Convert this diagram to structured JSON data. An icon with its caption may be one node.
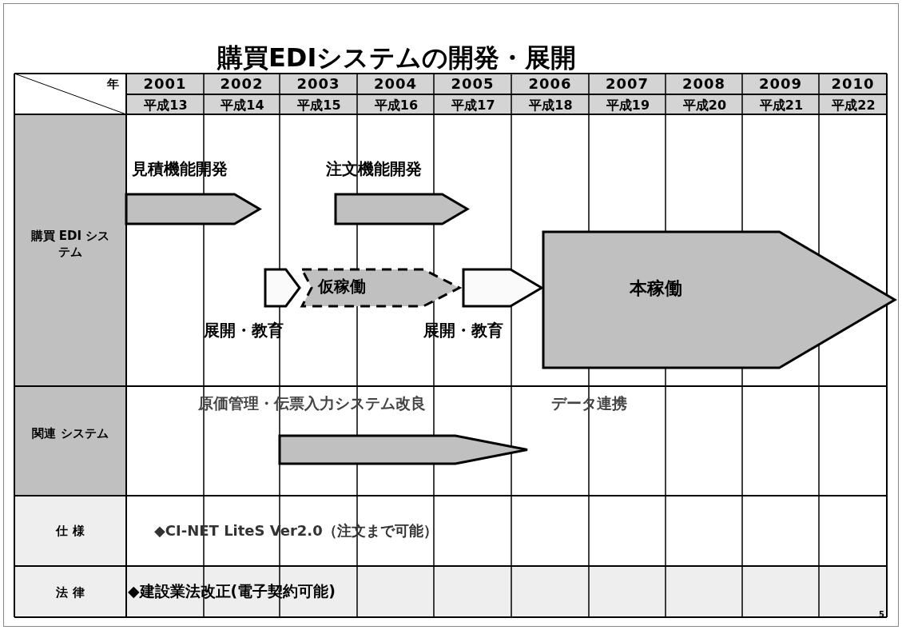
{
  "diagram": {
    "title": "購買EDIシステムの開発・展開",
    "nodes": [
      {
        "text": [
          "見積機能開発"
        ]
      },
      {
        "text": [
          "注文機能開発"
        ]
      },
      {
        "text": [
          "展開・教育"
        ]
      },
      {
        "text": [
          "仮稼働"
        ]
      },
      {
        "text": [
          "展開・教育"
        ]
      },
      {
        "text": [
          "本稼働"
        ]
      },
      {
        "text": [
          "原価管理・伝票入力システム改良",
          "データ連携"
        ]
      }
    ],
    "edges": [],
    "labels": [
      "年",
      "2001",
      "2002",
      "2003",
      "2004",
      "2005",
      "2006",
      "2007",
      "2008",
      "2009",
      "2010",
      "平成13",
      "平成14",
      "平成15",
      "平成16",
      "平成17",
      "平成18",
      "平成19",
      "平成20",
      "平成21",
      "平成22",
      "購買 EDI システム",
      "関連 システム",
      "仕 様",
      "◆CI-NET LiteS Ver2.0（注文まで可能）",
      "法 律",
      "◆建設業法改正(電子契約可能)",
      "5"
    ]
  }
}
